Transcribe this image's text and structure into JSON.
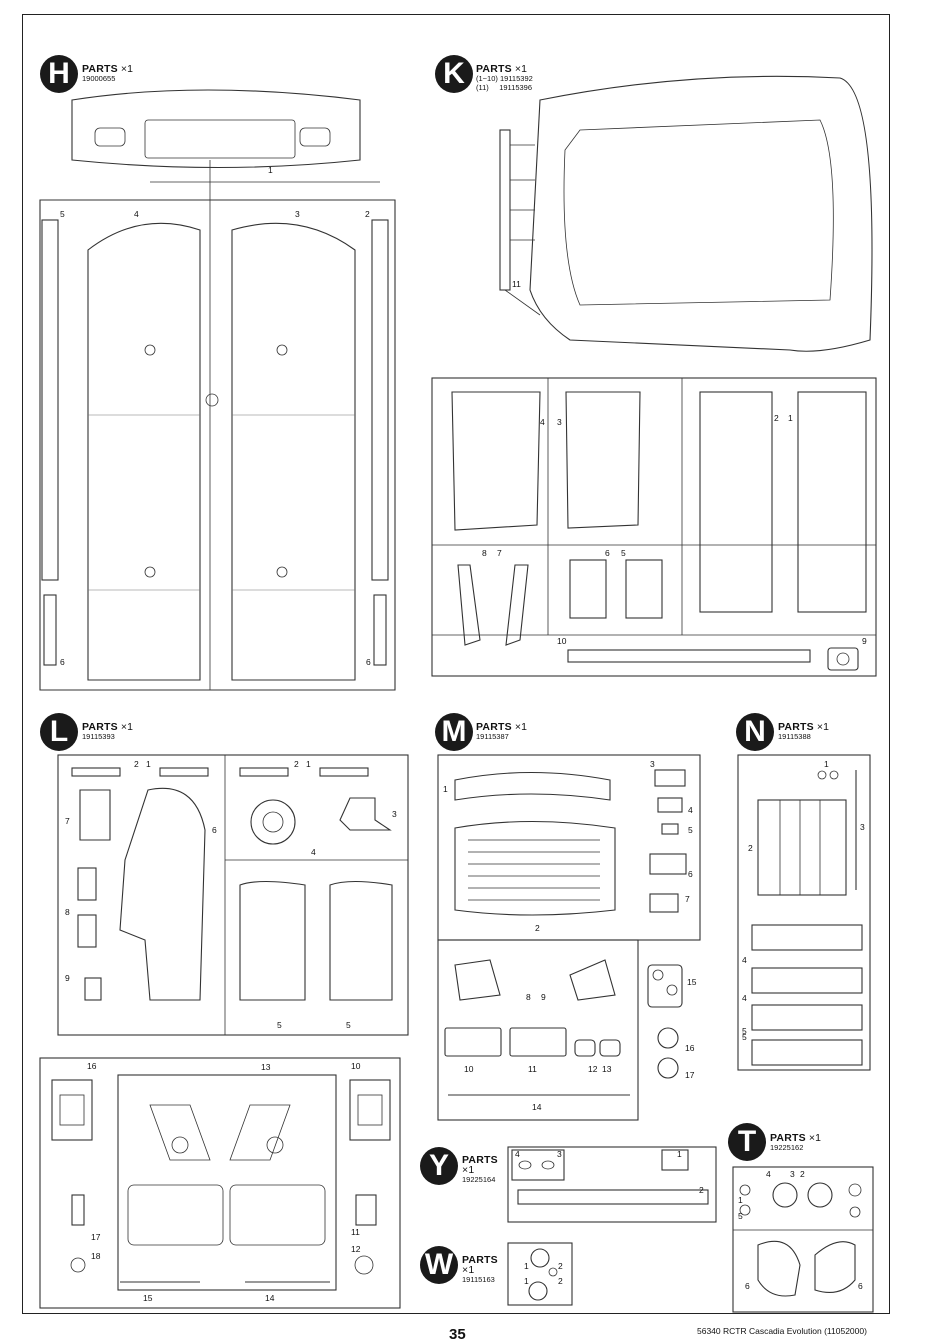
{
  "sheets": {
    "H": {
      "letter": "H",
      "parts": "PARTS",
      "qty": "×1",
      "code": "19000655",
      "labels": [
        "1",
        "5",
        "4",
        "3",
        "2",
        "6",
        "6"
      ]
    },
    "K": {
      "letter": "K",
      "parts": "PARTS",
      "qty": "×1",
      "code1": "(1~10) 19115392",
      "code2": "(11)     19115396",
      "labels": [
        "11",
        "4",
        "3",
        "2",
        "1",
        "8",
        "7",
        "6",
        "5",
        "10",
        "9"
      ]
    },
    "L": {
      "letter": "L",
      "parts": "PARTS",
      "qty": "×1",
      "code": "19115393",
      "labels": [
        "2",
        "1",
        "2",
        "1",
        "7",
        "6",
        "3",
        "4",
        "8",
        "9",
        "5",
        "5",
        "16",
        "13",
        "10",
        "17",
        "18",
        "11",
        "12",
        "15",
        "14"
      ]
    },
    "M": {
      "letter": "M",
      "parts": "PARTS",
      "qty": "×1",
      "code": "19115387",
      "labels": [
        "1",
        "3",
        "4",
        "5",
        "6",
        "7",
        "2",
        "15",
        "8",
        "9",
        "16",
        "17",
        "10",
        "11",
        "12",
        "13",
        "14"
      ]
    },
    "N": {
      "letter": "N",
      "parts": "PARTS",
      "qty": "×1",
      "code": "19115388",
      "labels": [
        "1",
        "3",
        "2",
        "4",
        "4",
        "5",
        "5"
      ]
    },
    "Y": {
      "letter": "Y",
      "parts": "PARTS",
      "qty": "×1",
      "code": "19225164",
      "labels": [
        "4",
        "3",
        "1",
        "2"
      ]
    },
    "T": {
      "letter": "T",
      "parts": "PARTS",
      "qty": "×1",
      "code": "19225162",
      "labels": [
        "4",
        "3",
        "2",
        "1",
        "5",
        "6",
        "6"
      ]
    },
    "W": {
      "letter": "W",
      "parts": "PARTS",
      "qty": "×1",
      "code": "19115163",
      "labels": [
        "1",
        "2",
        "2",
        "1"
      ]
    }
  },
  "footer": {
    "page_number": "35",
    "text": "56340 RCTR Cascadia Evolution  (11052000)"
  }
}
